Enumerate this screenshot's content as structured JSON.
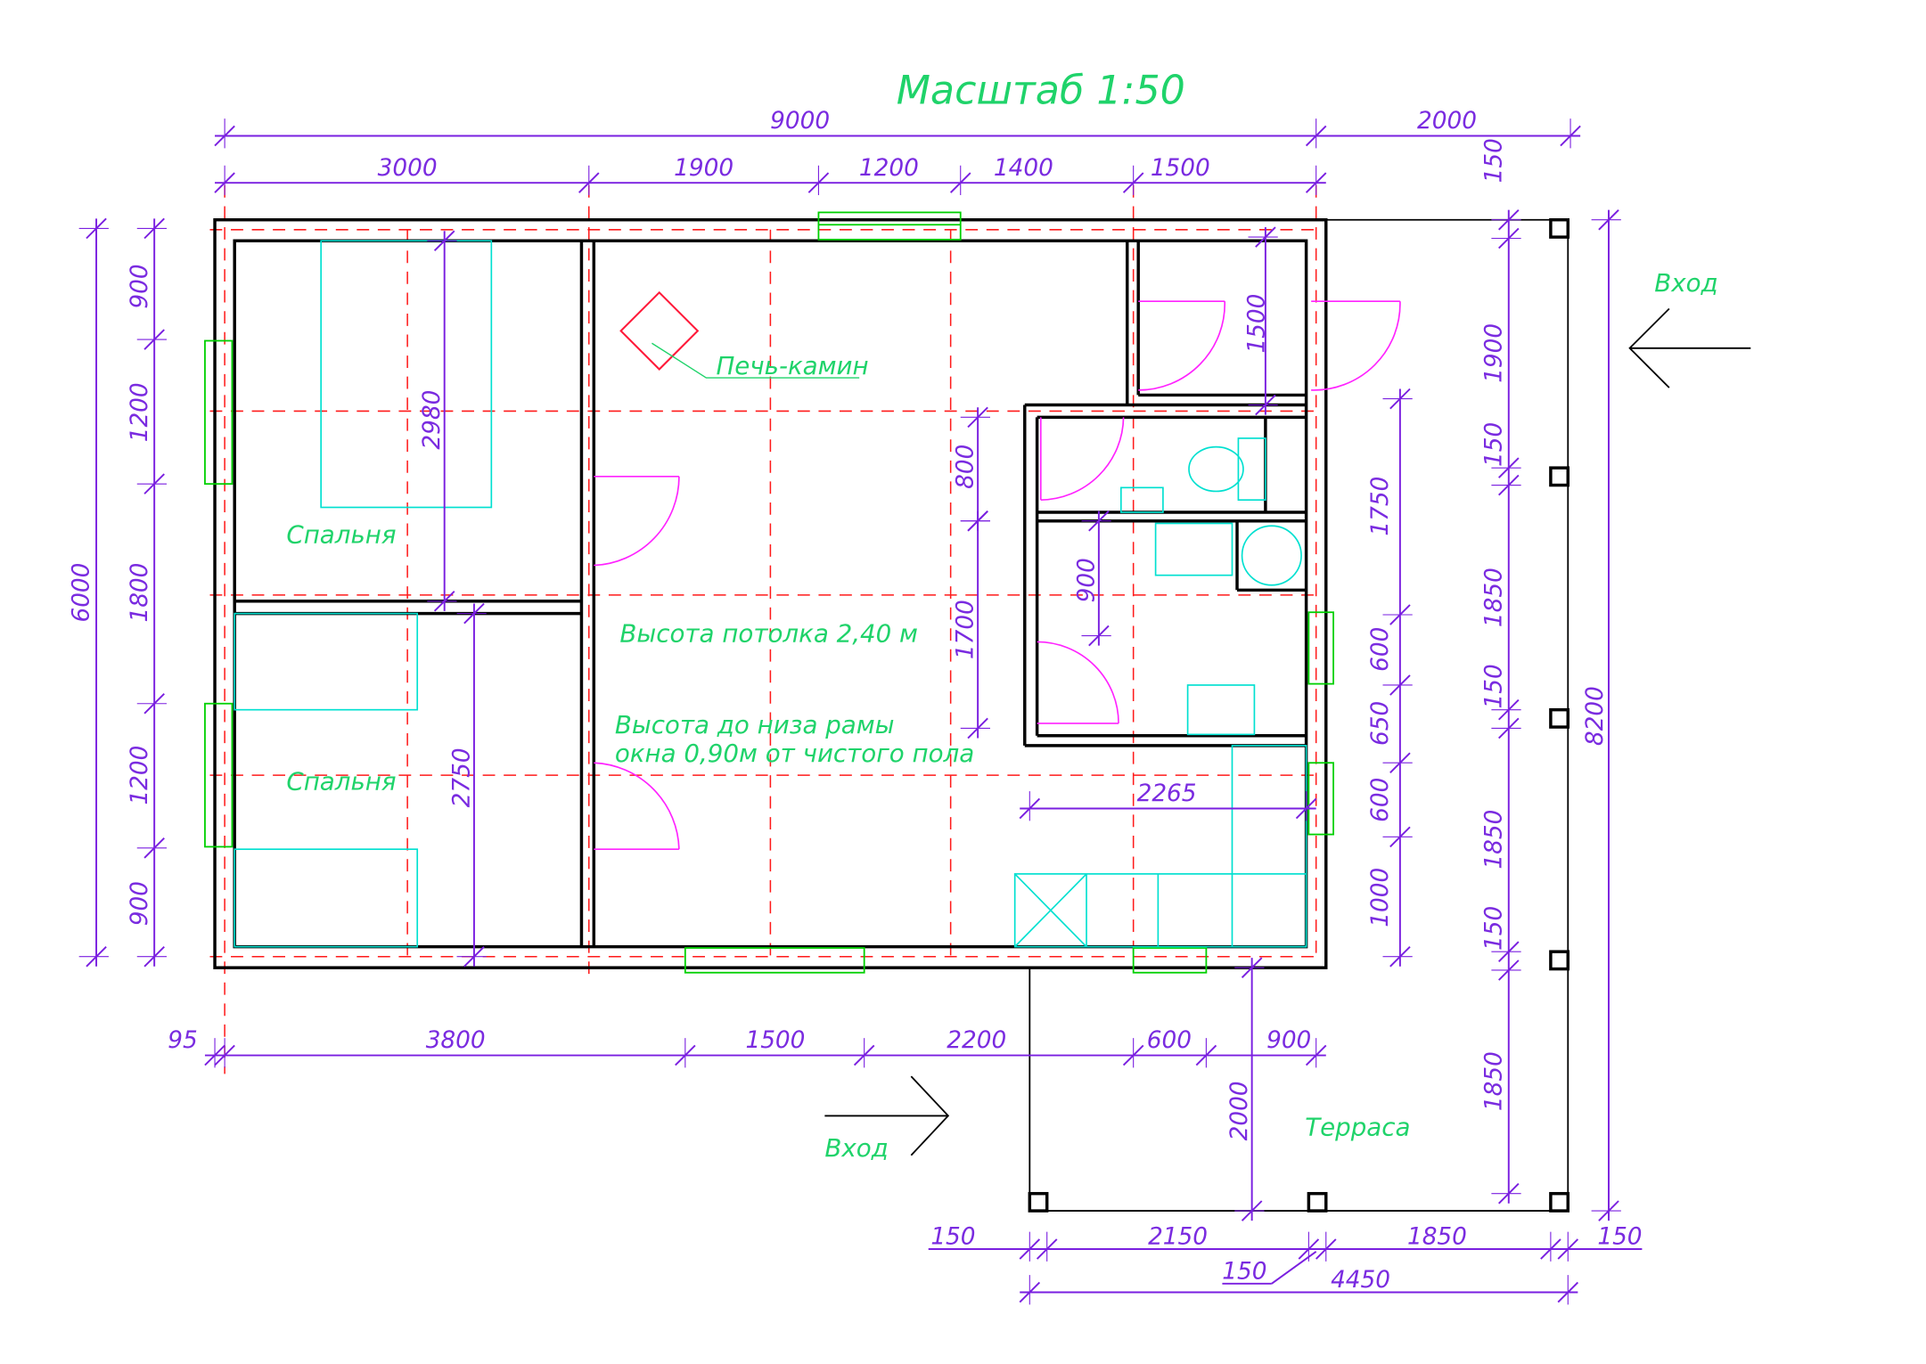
{
  "title": "Масштаб 1:50",
  "rooms": {
    "bedroom_top": "Спальня",
    "bedroom_bottom": "Спальня",
    "stove": "Печь-камин",
    "terrace": "Терраса",
    "ceiling": "Высота потолка 2,40 м",
    "window_height_line1": "Высота до низа рамы",
    "window_height_line2": "окна 0,90м от чистого пола"
  },
  "entrances": {
    "right": "Вход",
    "bottom": "Вход"
  },
  "dims": {
    "top_total": "9000",
    "top_terrace": "2000",
    "top": [
      "3000",
      "1900",
      "1200",
      "1400",
      "1500"
    ],
    "left_total": "6000",
    "left": [
      "900",
      "1200",
      "1800",
      "1200",
      "900"
    ],
    "bottom": [
      "95",
      "3800",
      "1500",
      "2200",
      "600",
      "900"
    ],
    "right_terrace": [
      "150",
      "1900",
      "150",
      "1850",
      "150",
      "1850",
      "150",
      "1850"
    ],
    "right_total": "8200",
    "inner_right": [
      "1750",
      "600",
      "650",
      "600",
      "1000"
    ],
    "closet": "1500",
    "bath": [
      "800",
      "1700",
      "900"
    ],
    "kitchen": "2265",
    "bedroom_top_len": "2980",
    "bedroom_bottom_len": "2750",
    "terrace_depth": "2000",
    "terrace_bottom": [
      "150",
      "2150",
      "1850",
      "150"
    ],
    "terrace_post": "150",
    "terrace_total": "4450"
  }
}
